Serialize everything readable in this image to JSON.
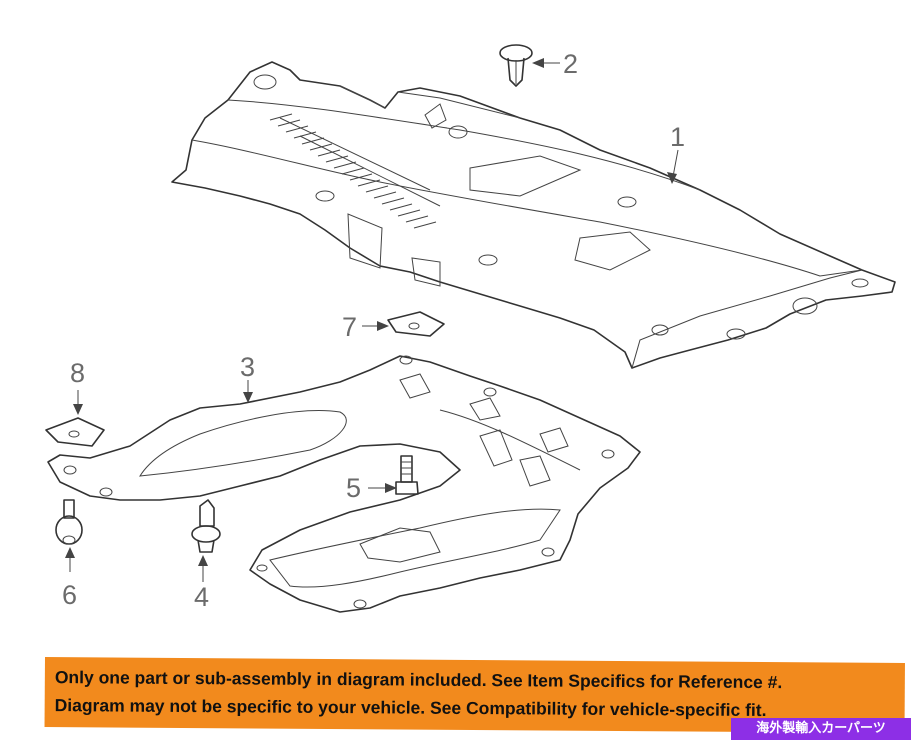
{
  "callouts": {
    "c1": "1",
    "c2": "2",
    "c3": "3",
    "c4": "4",
    "c5": "5",
    "c6": "6",
    "c7": "7",
    "c8": "8"
  },
  "banner": {
    "line1": "Only one part or sub-assembly in diagram included. See Item Specifics for Reference #.",
    "line2": "Diagram may not be specific to your vehicle. See Compatibility for vehicle-specific fit."
  },
  "shop_tag": "海外製輸入カーパーツ",
  "colors": {
    "highlight_part": "#f28a1d",
    "banner": "#f28a1d",
    "shop_tag": "#8d2fe6"
  }
}
